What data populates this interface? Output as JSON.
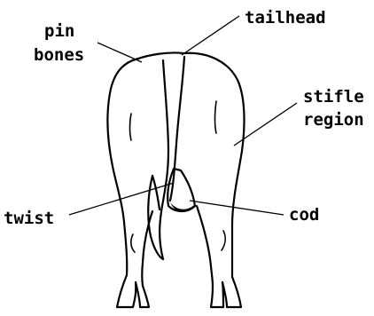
{
  "labels": {
    "pin_bones_line1": "pin",
    "pin_bones_line2": "bones",
    "tailhead": "tailhead",
    "stifle_line1": "stifle",
    "stifle_line2": "region",
    "twist": "twist",
    "cod": "cod"
  },
  "colors": {
    "line": "#000000",
    "background": "#ffffff"
  }
}
